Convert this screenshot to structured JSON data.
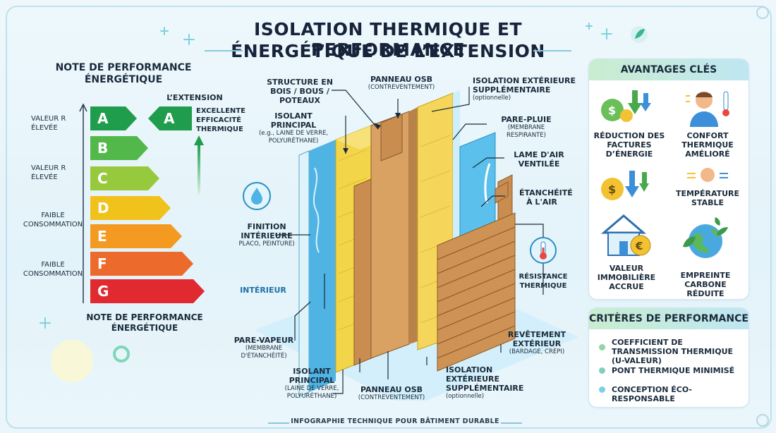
{
  "title": {
    "line1": "ISOLATION THERMIQUE ET PERFORMANCE",
    "line2": "ÉNERGÉTIQUE DE L’EXTENSION"
  },
  "rating": {
    "heading": "NOTE DE PERFORMANCE ÉNERGÉTIQUE",
    "footer": "NOTE DE PERFORMANCE ÉNERGÉTIQUE",
    "side_labels": [
      "VALEUR R ÉLEVÉE",
      "VALEUR R ÉLEVÉE",
      "FAIBLE CONSOMMATION",
      "FAIBLE CONSOMMATION"
    ],
    "bars": [
      {
        "letter": "A",
        "color": "#1f9d4c"
      },
      {
        "letter": "B",
        "color": "#52b84a"
      },
      {
        "letter": "C",
        "color": "#97c93d"
      },
      {
        "letter": "D",
        "color": "#f1c21b"
      },
      {
        "letter": "E",
        "color": "#f49a21"
      },
      {
        "letter": "F",
        "color": "#ec6a2b"
      },
      {
        "letter": "G",
        "color": "#e02a2f"
      }
    ],
    "extension_label": "L’EXTENSION",
    "extension_grade": "A",
    "extension_desc": "EXCELLENTE EFFICACITÉ THERMIQUE"
  },
  "diagram": {
    "labels": {
      "structure": "STRUCTURE EN BOIS / BOUS / POTEAUX",
      "osb_top": "PANNEAU OSB",
      "osb_top_sub": "(CONTREVENTEMENT)",
      "iso_ext_top": "ISOLATION EXTÉRIEURE SUPPLÉMENTAIRE",
      "iso_ext_top_sub": "(optionnelle)",
      "isolant_top": "ISOLANT PRINCIPAL",
      "isolant_top_sub": "(e.g., LAINE DE VERRE, POLYURÉTHANE)",
      "pare_pluie": "PARE-PLUIE",
      "pare_pluie_sub": "(MEMBRANE RESPIRANTE)",
      "lame_air": "LAME D'AIR VENTILÉE",
      "etancheite": "ÉTANCHÉITÉ À L'AIR",
      "finition": "FINITION INTÉRIEURE",
      "finition_sub": "PLACO, PEINTURE)",
      "resistance": "RÉSISTANCE THERMIQUE",
      "interieur": "INTÉRIEUR",
      "pare_vapeur": "PARE-VAPEUR",
      "pare_vapeur_sub": "(MEMBRANE D'ÉTANCHÉITÉ)",
      "isolant_bottom": "ISOLANT PRINCIPAL",
      "isolant_bottom_sub": "(LAINE DE VERRE, POLYURÉTHANE)",
      "osb_bottom": "PANNEAU OSB",
      "osb_bottom_sub": "(CONTREVENTEMENT)",
      "iso_ext_bottom": "ISOLATION EXTÉRIEURE SUPPLÉMENTAIRE",
      "iso_ext_bottom_sub": "(optionnelle)",
      "revetement": "REVÊTEMENT EXTÉRIEUR",
      "revetement_sub": "(BARDAGE, CRÉPI)"
    }
  },
  "advantages": {
    "heading": "AVANTAGES CLÉS",
    "items": [
      "RÉDUCTION DES FACTURES D’ÉNERGIE",
      "CONFORT THERMIQUE AMÉLIORÉ",
      "TEMPÉRATURE STABLE",
      "VALEUR IMMOBILIÈRE ACCRUE",
      "EMPREINTE CARBONE RÉDUITE"
    ]
  },
  "criteria": {
    "heading": "CRITÈRES DE PERFORMANCE",
    "items": [
      "COEFFICIENT DE TRANSMISSION THERMIQUE (U-VALEUR)",
      "PONT THERMIQUE MINIMISÉ",
      "CONCEPTION ÉCO-RESPONSABLE"
    ]
  },
  "footer": "INFOGRAPHIE TECHNIQUE POUR BÂTIMENT DURABLE"
}
